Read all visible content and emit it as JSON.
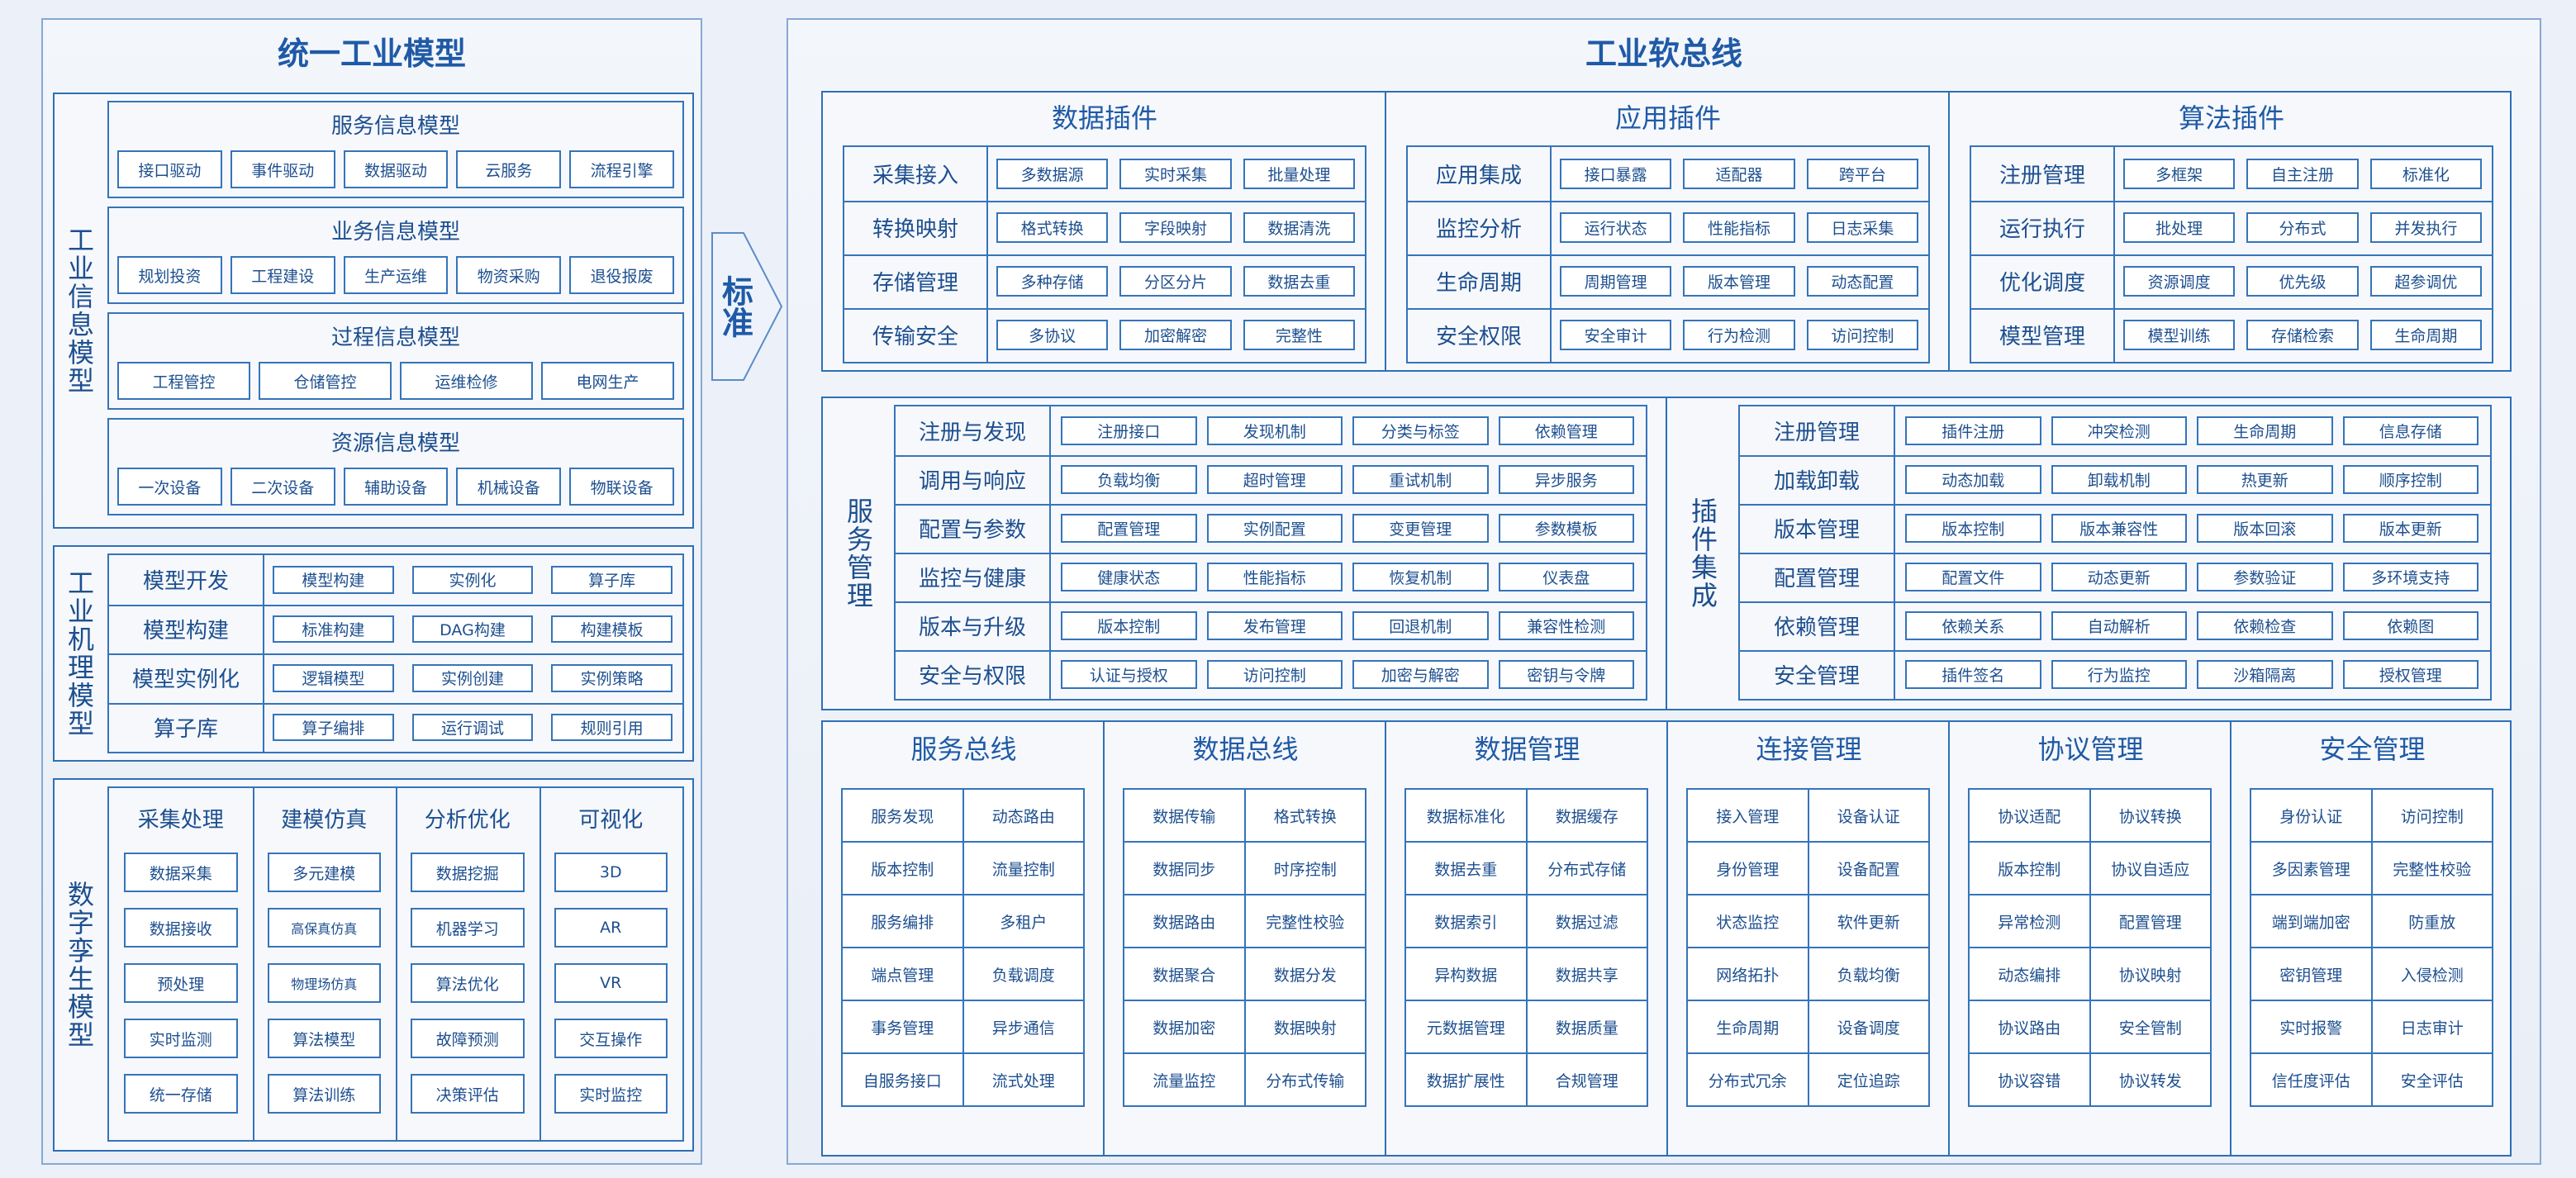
{
  "left": {
    "title": "统一工业模型",
    "info_model": {
      "label": "工业信息模型",
      "groups": [
        {
          "title": "服务信息模型",
          "items": [
            "接口驱动",
            "事件驱动",
            "数据驱动",
            "云服务",
            "流程引擎"
          ]
        },
        {
          "title": "业务信息模型",
          "items": [
            "规划投资",
            "工程建设",
            "生产运维",
            "物资采购",
            "退役报废"
          ]
        },
        {
          "title": "过程信息模型",
          "items": [
            "工程管控",
            "仓储管控",
            "运维检修",
            "电网生产"
          ]
        },
        {
          "title": "资源信息模型",
          "items": [
            "一次设备",
            "二次设备",
            "辅助设备",
            "机械设备",
            "物联设备"
          ]
        }
      ]
    },
    "mech_model": {
      "label": "工业机理模型",
      "rows": [
        {
          "name": "模型开发",
          "items": [
            "模型构建",
            "实例化",
            "算子库"
          ]
        },
        {
          "name": "模型构建",
          "items": [
            "标准构建",
            "DAG构建",
            "构建模板"
          ]
        },
        {
          "name": "模型实例化",
          "items": [
            "逻辑模型",
            "实例创建",
            "实例策略"
          ]
        },
        {
          "name": "算子库",
          "items": [
            "算子编排",
            "运行调试",
            "规则引用"
          ]
        }
      ]
    },
    "twin_model": {
      "label": "数字孪生模型",
      "columns": [
        {
          "title": "采集处理",
          "items": [
            "数据采集",
            "数据接收",
            "预处理",
            "实时监测",
            "统一存储"
          ]
        },
        {
          "title": "建模仿真",
          "items": [
            "多元建模",
            "高保真仿真",
            "物理场仿真",
            "算法模型",
            "算法训练"
          ]
        },
        {
          "title": "分析优化",
          "items": [
            "数据挖掘",
            "机器学习",
            "算法优化",
            "故障预测",
            "决策评估"
          ]
        },
        {
          "title": "可视化",
          "items": [
            "3D",
            "AR",
            "VR",
            "交互操作",
            "实时监控"
          ]
        }
      ]
    }
  },
  "arrow": {
    "label": "标准"
  },
  "right": {
    "title": "工业软总线",
    "plugins": [
      {
        "title": "数据插件",
        "rows": [
          {
            "name": "采集接入",
            "items": [
              "多数据源",
              "实时采集",
              "批量处理"
            ]
          },
          {
            "name": "转换映射",
            "items": [
              "格式转换",
              "字段映射",
              "数据清洗"
            ]
          },
          {
            "name": "存储管理",
            "items": [
              "多种存储",
              "分区分片",
              "数据去重"
            ]
          },
          {
            "name": "传输安全",
            "items": [
              "多协议",
              "加密解密",
              "完整性"
            ]
          }
        ]
      },
      {
        "title": "应用插件",
        "rows": [
          {
            "name": "应用集成",
            "items": [
              "接口暴露",
              "适配器",
              "跨平台"
            ]
          },
          {
            "name": "监控分析",
            "items": [
              "运行状态",
              "性能指标",
              "日志采集"
            ]
          },
          {
            "name": "生命周期",
            "items": [
              "周期管理",
              "版本管理",
              "动态配置"
            ]
          },
          {
            "name": "安全权限",
            "items": [
              "安全审计",
              "行为检测",
              "访问控制"
            ]
          }
        ]
      },
      {
        "title": "算法插件",
        "rows": [
          {
            "name": "注册管理",
            "items": [
              "多框架",
              "自主注册",
              "标准化"
            ]
          },
          {
            "name": "运行执行",
            "items": [
              "批处理",
              "分布式",
              "并发执行"
            ]
          },
          {
            "name": "优化调度",
            "items": [
              "资源调度",
              "优先级",
              "超参调优"
            ]
          },
          {
            "name": "模型管理",
            "items": [
              "模型训练",
              "存储检索",
              "生命周期"
            ]
          }
        ]
      }
    ],
    "service_mgmt": {
      "label": "服务管理",
      "rows": [
        {
          "name": "注册与发现",
          "items": [
            "注册接口",
            "发现机制",
            "分类与标签",
            "依赖管理"
          ]
        },
        {
          "name": "调用与响应",
          "items": [
            "负载均衡",
            "超时管理",
            "重试机制",
            "异步服务"
          ]
        },
        {
          "name": "配置与参数",
          "items": [
            "配置管理",
            "实例配置",
            "变更管理",
            "参数模板"
          ]
        },
        {
          "name": "监控与健康",
          "items": [
            "健康状态",
            "性能指标",
            "恢复机制",
            "仪表盘"
          ]
        },
        {
          "name": "版本与升级",
          "items": [
            "版本控制",
            "发布管理",
            "回退机制",
            "兼容性检测"
          ]
        },
        {
          "name": "安全与权限",
          "items": [
            "认证与授权",
            "访问控制",
            "加密与解密",
            "密钥与令牌"
          ]
        }
      ]
    },
    "plugin_integration": {
      "label": "插件集成",
      "rows": [
        {
          "name": "注册管理",
          "items": [
            "插件注册",
            "冲突检测",
            "生命周期",
            "信息存储"
          ]
        },
        {
          "name": "加载卸载",
          "items": [
            "动态加载",
            "卸载机制",
            "热更新",
            "顺序控制"
          ]
        },
        {
          "name": "版本管理",
          "items": [
            "版本控制",
            "版本兼容性",
            "版本回滚",
            "版本更新"
          ]
        },
        {
          "name": "配置管理",
          "items": [
            "配置文件",
            "动态更新",
            "参数验证",
            "多环境支持"
          ]
        },
        {
          "name": "依赖管理",
          "items": [
            "依赖关系",
            "自动解析",
            "依赖检查",
            "依赖图"
          ]
        },
        {
          "name": "安全管理",
          "items": [
            "插件签名",
            "行为监控",
            "沙箱隔离",
            "授权管理"
          ]
        }
      ]
    },
    "buses": [
      {
        "title": "服务总线",
        "cells": [
          [
            "服务发现",
            "动态路由"
          ],
          [
            "版本控制",
            "流量控制"
          ],
          [
            "服务编排",
            "多租户"
          ],
          [
            "端点管理",
            "负载调度"
          ],
          [
            "事务管理",
            "异步通信"
          ],
          [
            "自服务接口",
            "流式处理"
          ]
        ]
      },
      {
        "title": "数据总线",
        "cells": [
          [
            "数据传输",
            "格式转换"
          ],
          [
            "数据同步",
            "时序控制"
          ],
          [
            "数据路由",
            "完整性校验"
          ],
          [
            "数据聚合",
            "数据分发"
          ],
          [
            "数据加密",
            "数据映射"
          ],
          [
            "流量监控",
            "分布式传输"
          ]
        ]
      },
      {
        "title": "数据管理",
        "cells": [
          [
            "数据标准化",
            "数据缓存"
          ],
          [
            "数据去重",
            "分布式存储"
          ],
          [
            "数据索引",
            "数据过滤"
          ],
          [
            "异构数据",
            "数据共享"
          ],
          [
            "元数据管理",
            "数据质量"
          ],
          [
            "数据扩展性",
            "合规管理"
          ]
        ]
      },
      {
        "title": "连接管理",
        "cells": [
          [
            "接入管理",
            "设备认证"
          ],
          [
            "身份管理",
            "设备配置"
          ],
          [
            "状态监控",
            "软件更新"
          ],
          [
            "网络拓扑",
            "负载均衡"
          ],
          [
            "生命周期",
            "设备调度"
          ],
          [
            "分布式冗余",
            "定位追踪"
          ]
        ]
      },
      {
        "title": "协议管理",
        "cells": [
          [
            "协议适配",
            "协议转换"
          ],
          [
            "版本控制",
            "协议自适应"
          ],
          [
            "异常检测",
            "配置管理"
          ],
          [
            "动态编排",
            "协议映射"
          ],
          [
            "协议路由",
            "安全管制"
          ],
          [
            "协议容错",
            "协议转发"
          ]
        ]
      },
      {
        "title": "安全管理",
        "cells": [
          [
            "身份认证",
            "访问控制"
          ],
          [
            "多因素管理",
            "完整性校验"
          ],
          [
            "端到端加密",
            "防重放"
          ],
          [
            "密钥管理",
            "入侵检测"
          ],
          [
            "实时报警",
            "日志审计"
          ],
          [
            "信任度评估",
            "安全评估"
          ]
        ]
      }
    ]
  }
}
